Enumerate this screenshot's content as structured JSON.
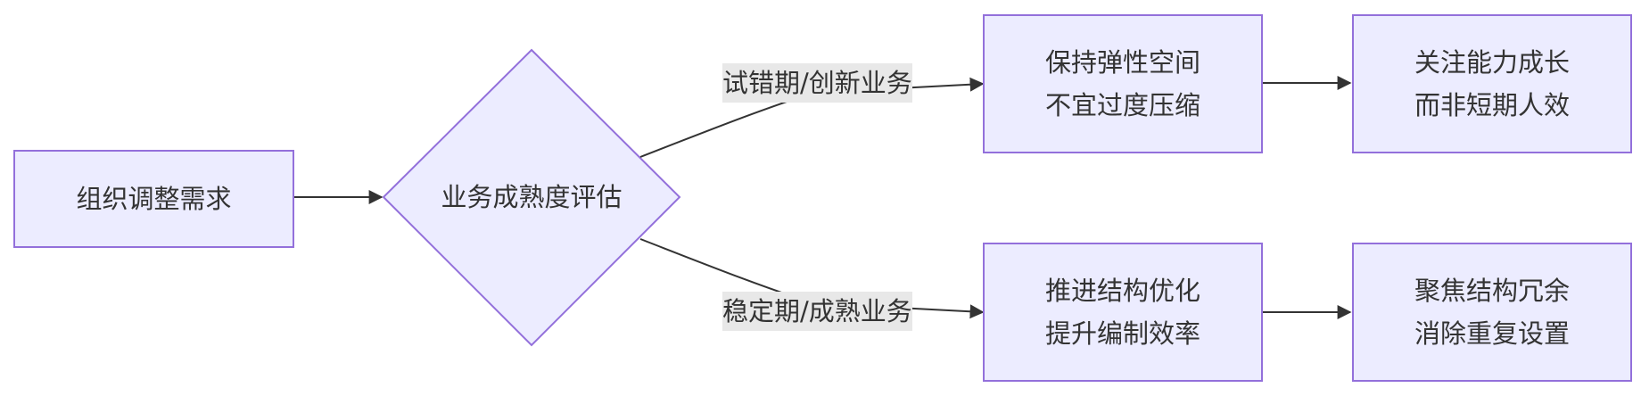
{
  "nodes": {
    "start": {
      "label": "组织调整需求"
    },
    "decision": {
      "label": "业务成熟度评估"
    },
    "top_mid": {
      "line1": "保持弹性空间",
      "line2": "不宜过度压缩"
    },
    "top_end": {
      "line1": "关注能力成长",
      "line2": "而非短期人效"
    },
    "bottom_mid": {
      "line1": "推进结构优化",
      "line2": "提升编制效率"
    },
    "bottom_end": {
      "line1": "聚焦结构冗余",
      "line2": "消除重复设置"
    }
  },
  "edges": {
    "top_label": "试错期/创新业务",
    "bottom_label": "稳定期/成熟业务"
  },
  "colors": {
    "node_fill": "#ececff",
    "node_stroke": "#9370db",
    "edge": "#333333",
    "edge_label_bg": "#e8e8e8"
  }
}
